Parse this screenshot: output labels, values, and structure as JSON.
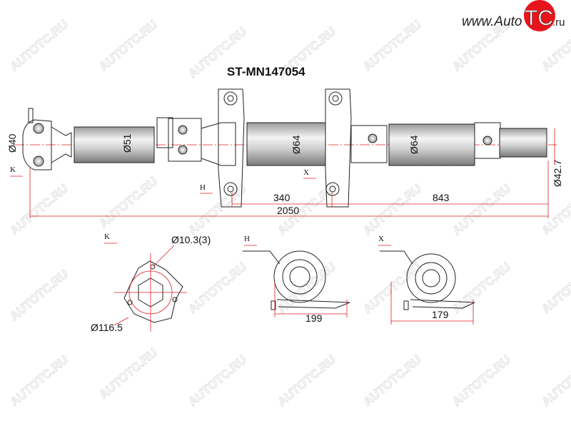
{
  "logo": {
    "prefix": "www.Auto",
    "highlight": "TC",
    "suffix": ".ru",
    "color": "#e8141b"
  },
  "part_number": "ST-MN147054",
  "watermark": "AUTOTC.RU",
  "shaft": {
    "diameters": [
      "Ø40",
      "Ø51",
      "Ø64",
      "Ø64",
      "Ø42.7"
    ],
    "view_markers": [
      "K",
      "H",
      "X"
    ],
    "dimensions": {
      "segment_1": "340",
      "segment_2": "843",
      "overall": "2050"
    }
  },
  "details": {
    "flange": {
      "marker": "K",
      "hole": "Ø10.3(3)",
      "diameter": "Ø116.5"
    },
    "bearing_h": {
      "marker": "H",
      "width": "199"
    },
    "bearing_x": {
      "marker": "X",
      "width": "179"
    }
  },
  "colors": {
    "dimension_line": "#e02020",
    "outline": "#222222"
  }
}
